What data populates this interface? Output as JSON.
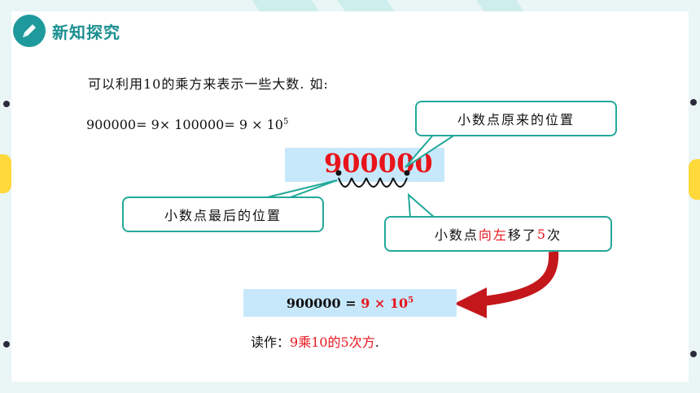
{
  "header": {
    "title": "新知探究",
    "icon": "pencil-icon",
    "accent_color": "#1f9a9c"
  },
  "intro": {
    "text": "可以利用10的乘方来表示一些大数. 如:"
  },
  "example": {
    "lhs": "900000= 9× 100000= 9 × 10",
    "exponent": "5"
  },
  "demo": {
    "number": "900000",
    "number_color": "#e8141b"
  },
  "callouts": {
    "original_position": "小数点原来的位置",
    "final_position": "小数点最后的位置",
    "moved_prefix": "小数点",
    "moved_direction": "向左",
    "moved_middle": "移了",
    "moved_count": "5",
    "moved_suffix": "次"
  },
  "result": {
    "lhs": "900000 =",
    "rhs": "9 × 10",
    "exponent": "5"
  },
  "reading": {
    "label": "读作：",
    "value": "9乘10的5次方",
    "end": "."
  }
}
